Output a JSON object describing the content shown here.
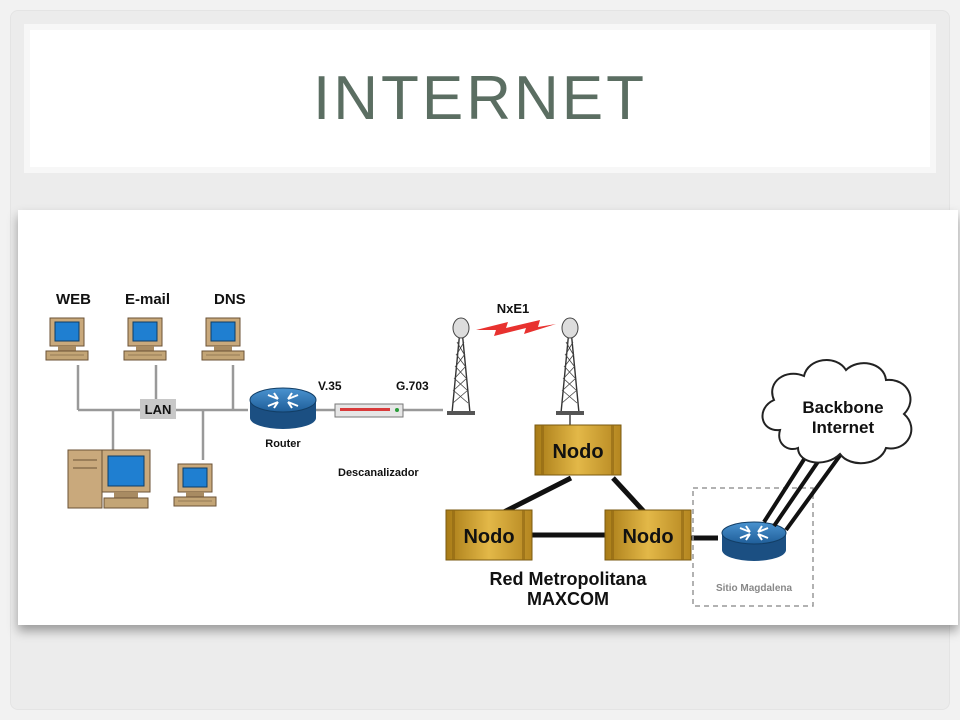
{
  "slide": {
    "title": "INTERNET"
  },
  "diagram": {
    "servers": [
      "WEB",
      "E-mail",
      "DNS"
    ],
    "lan_label": "LAN",
    "router_label": "Router",
    "v35_label": "V.35",
    "g703_label": "G.703",
    "demux_label": "Descanalizador",
    "link_label": "NxE1",
    "node_labels": [
      "Nodo",
      "Nodo",
      "Nodo"
    ],
    "metro_line1": "Red Metropolitana",
    "metro_line2": "MAXCOM",
    "site_label": "Sitio Magdalena",
    "cloud_line1": "Backbone",
    "cloud_line2": "Internet"
  }
}
